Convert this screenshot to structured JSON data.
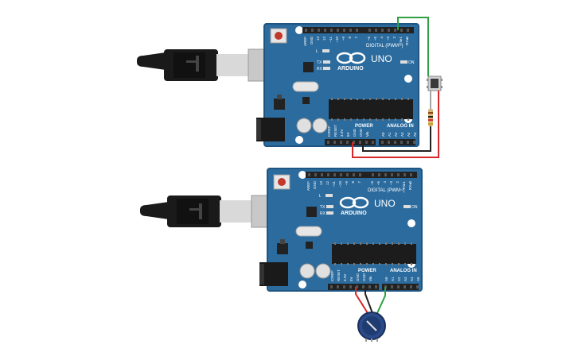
{
  "boards": [
    {
      "logo": "ARDUINO",
      "model": "UNO",
      "digital_label": "DIGITAL (PWM~)",
      "power_label": "POWER",
      "analog_label": "ANALOG IN",
      "led_l": "L",
      "led_tx": "TX",
      "led_rx": "RX",
      "on_label": "ON",
      "digital_pins": [
        "AREF",
        "GND",
        "13",
        "12",
        "~11",
        "~10",
        "~9",
        "8",
        "7",
        "~6",
        "~5",
        "4",
        "~3",
        "2",
        "TX▸1",
        "RX◂0"
      ],
      "power_pins": [
        "IOREF",
        "RESET",
        "3.3V",
        "5V",
        "GND",
        "GND",
        "Vin"
      ],
      "analog_pins": [
        "A0",
        "A1",
        "A2",
        "A3",
        "A4",
        "A5"
      ]
    },
    {
      "logo": "ARDUINO",
      "model": "UNO",
      "digital_label": "DIGITAL (PWM~)",
      "power_label": "POWER",
      "analog_label": "ANALOG IN",
      "led_l": "L",
      "led_tx": "TX",
      "led_rx": "RX",
      "on_label": "ON",
      "digital_pins": [
        "AREF",
        "GND",
        "13",
        "12",
        "~11",
        "~10",
        "~9",
        "8",
        "7",
        "~6",
        "~5",
        "4",
        "~3",
        "2",
        "TX▸1",
        "RX◂0"
      ],
      "power_pins": [
        "IOREF",
        "RESET",
        "3.3V",
        "5V",
        "GND",
        "GND",
        "Vin"
      ],
      "analog_pins": [
        "A0",
        "A1",
        "A2",
        "A3",
        "A4",
        "A5"
      ]
    }
  ],
  "colors": {
    "board": "#2b6b9e",
    "board_edge": "#1f5580",
    "wire_red": "#d62828",
    "wire_black": "#222222",
    "wire_green": "#2ea043",
    "usb_black": "#1a1a1a",
    "usb_silver": "#d9d9d9"
  },
  "components": {
    "pushbutton": "pushbutton-icon",
    "resistor": "resistor-icon",
    "potentiometer": "potentiometer-icon"
  }
}
